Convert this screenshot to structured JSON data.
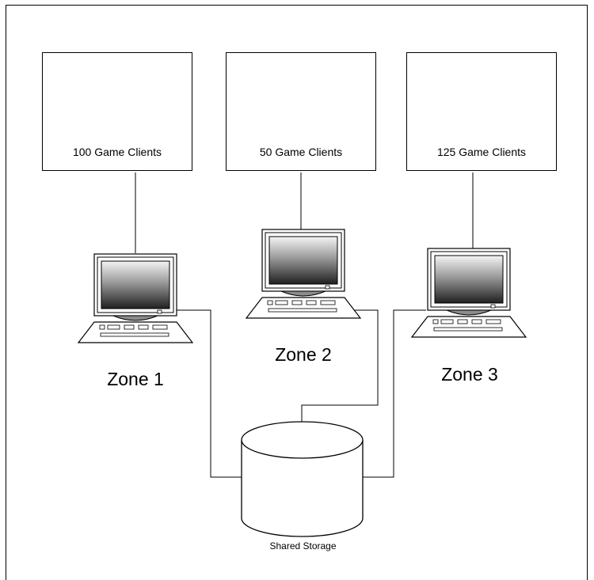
{
  "clients": [
    {
      "label": "100 Game Clients"
    },
    {
      "label": "50 Game Clients"
    },
    {
      "label": "125 Game Clients"
    }
  ],
  "zones": [
    {
      "label": "Zone 1"
    },
    {
      "label": "Zone 2"
    },
    {
      "label": "Zone 3"
    }
  ],
  "storage": {
    "label": "Shared Storage"
  }
}
